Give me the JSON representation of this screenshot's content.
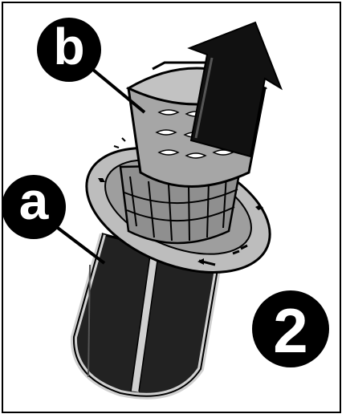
{
  "labels": {
    "a": "a",
    "b": "b",
    "step": "2"
  },
  "colors": {
    "outline": "#000000",
    "filter_body": "#222222",
    "ring": "#bdbdbd",
    "basket": "#9e9e9e",
    "arrow": "#111111",
    "background": "#ffffff"
  }
}
